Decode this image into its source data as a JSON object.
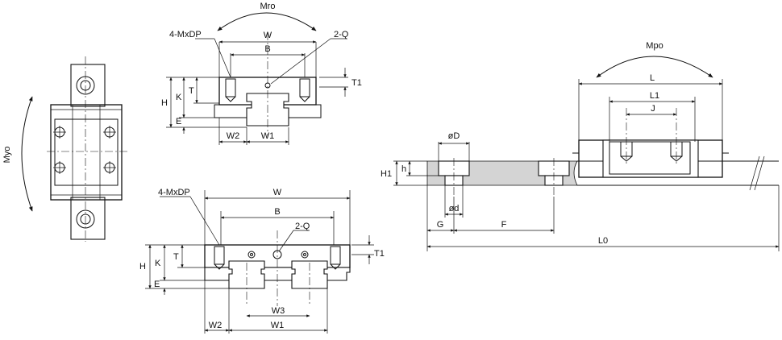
{
  "labels": {
    "myo": "Myo",
    "mro": "Mro",
    "mpo": "Mpo",
    "top_view": {
      "mxdp": "4-MxDP",
      "w": "W",
      "b": "B",
      "q": "2-Q",
      "t1": "T1",
      "h": "H",
      "k": "K",
      "t": "T",
      "e": "E",
      "w2": "W2",
      "w1": "W1"
    },
    "bottom_view": {
      "mxdp": "4-MxDP",
      "w": "W",
      "b": "B",
      "q": "2-Q",
      "t1": "T1",
      "h": "H",
      "k": "K",
      "t": "T",
      "e": "E",
      "w3": "W3",
      "w2": "W2",
      "w1": "W1"
    },
    "side_view": {
      "l": "L",
      "l1": "L1",
      "j": "J",
      "od": "øD",
      "h1": "H1",
      "h": "h",
      "od_small": "ød",
      "g": "G",
      "f": "F",
      "l0": "L0"
    }
  }
}
